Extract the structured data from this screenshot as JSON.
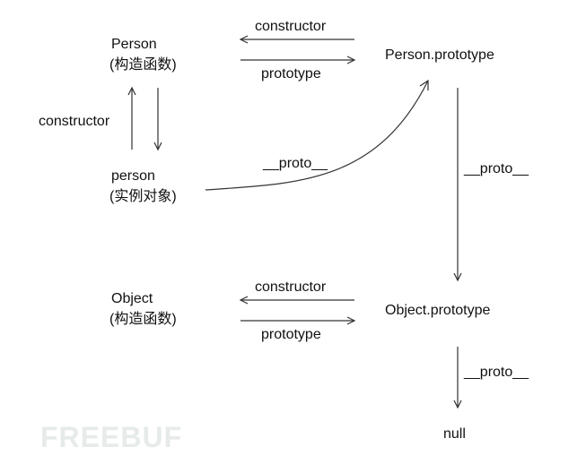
{
  "nodes": {
    "person_ctor_name": "Person",
    "person_ctor_note": "(构造函数)",
    "person_proto": "Person.prototype",
    "person_inst_name": "person",
    "person_inst_note": "(实例对象)",
    "object_ctor_name": "Object",
    "object_ctor_note": "(构造函数)",
    "object_proto": "Object.prototype",
    "null_node": "null"
  },
  "edges": {
    "person_constructor": "constructor",
    "person_prototype": "prototype",
    "inst_constructor": "constructor",
    "inst_proto": "__proto__",
    "pproto_proto": "__proto__",
    "object_constructor": "constructor",
    "object_prototype": "prototype",
    "oproto_proto": "__proto__"
  },
  "watermark": "FREEBUF"
}
